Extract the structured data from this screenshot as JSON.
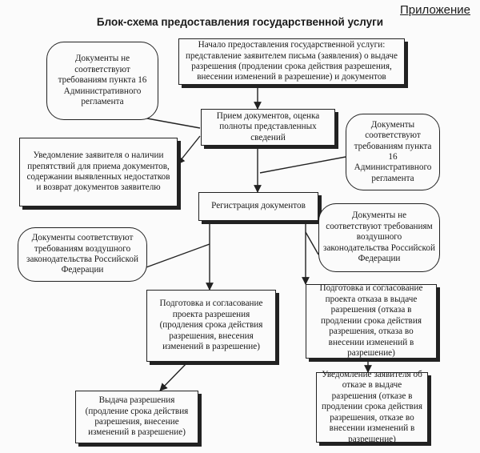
{
  "header": {
    "appendix_label": "Приложение",
    "title": "Блок-схема предоставления государственной услуги"
  },
  "nodes": {
    "start": "Начало предоставления государственной услуги: представление заявителем письма (заявления) о выдаче разрешения (продлении срока действия разрешения, внесении изменений в разрешение) и документов",
    "docs_not_match_p16": "Документы не соответствуют требованиям пункта 16 Административного регламента",
    "reception": "Прием документов, оценка полноты представленных сведений",
    "docs_match_p16": "Документы соответствуют требованиям пункта 16 Административного регламента",
    "notify_obstacles": "Уведомление заявителя о наличии препятствий для приема документов, содержании выявленных недостатков и возврат документов заявителю",
    "registration": "Регистрация документов",
    "docs_match_air_law": "Документы соответствуют требованиям воздушного законодательства Российской Федерации",
    "docs_not_match_air_law": "Документы не соответствуют требованиям воздушного законодательства Российской Федерации",
    "prepare_permit": "Подготовка и согласование проекта разрешения (продления срока действия разрешения, внесения изменений в разрешение)",
    "prepare_refusal": "Подготовка и согласование проекта отказа в выдаче разрешения (отказа в продлении срока действия разрешения, отказа во внесении изменений в разрешение)",
    "issue_permit": "Выдача разрешения (продление срока действия разрешения, внесение изменений в разрешение)",
    "notify_refusal": "Уведомление заявителя об отказе в выдаче разрешения (отказе в продлении срока действия разрешения, отказе во внесении изменений в разрешение)"
  }
}
